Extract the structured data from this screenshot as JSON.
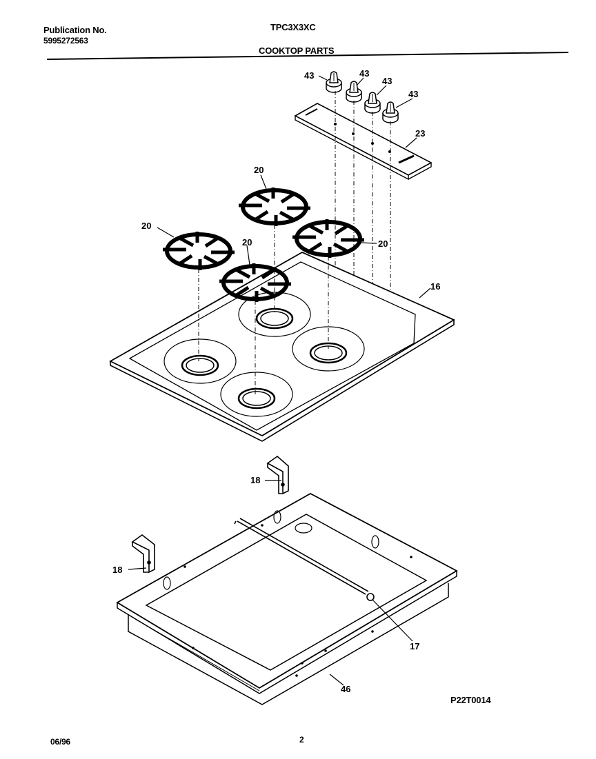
{
  "header": {
    "publication_label": "Publication No.",
    "publication_number": "5995272563",
    "model": "TPC3X3XC",
    "section_title": "COOKTOP  PARTS"
  },
  "callouts": {
    "knob_1": "43",
    "knob_2": "43",
    "knob_3": "43",
    "knob_4": "43",
    "control_panel": "23",
    "grate_top": "20",
    "grate_left": "20",
    "grate_center": "20",
    "grate_right": "20",
    "cooktop": "16",
    "bracket_upper": "18",
    "bracket_lower": "18",
    "rod": "17",
    "box": "46"
  },
  "footer": {
    "date": "06/96",
    "page": "2",
    "diagram_id": "P22T0014"
  }
}
